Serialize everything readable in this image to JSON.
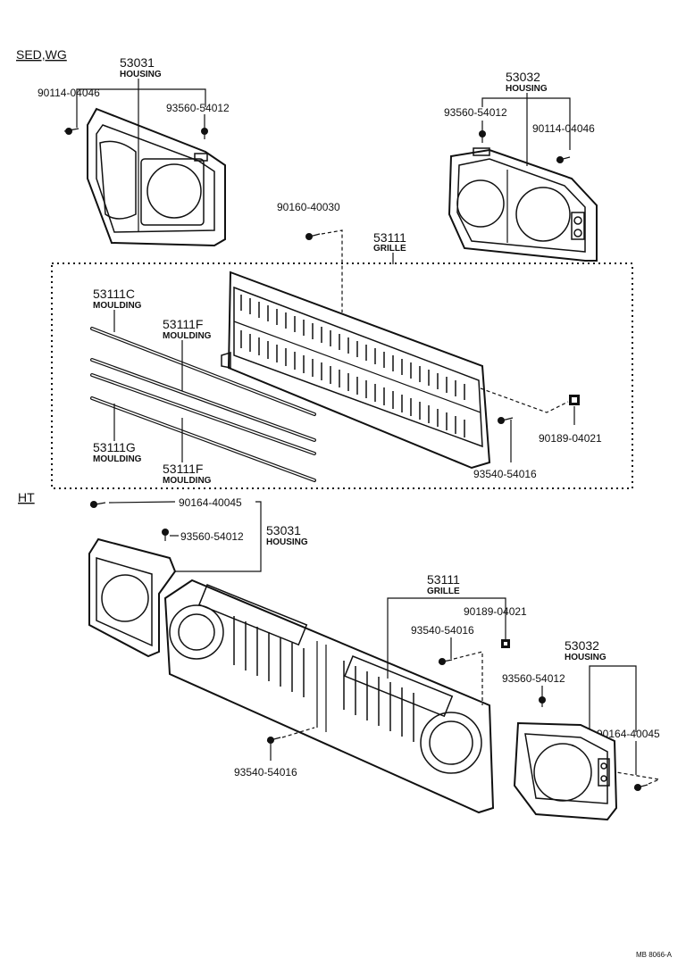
{
  "sections": {
    "top": "SED,WG",
    "bottom": "HT"
  },
  "sedwg": {
    "housing_left": {
      "number": "53031",
      "name": "HOUSING"
    },
    "housing_right": {
      "number": "53032",
      "name": "HOUSING"
    },
    "screw_left_a": "90114-04046",
    "screw_left_b": "93560-54012",
    "screw_right_a": "93560-54012",
    "screw_right_b": "90114-04046",
    "grille_screw": "90160-40030",
    "grille": {
      "number": "53111",
      "name": "GRILLE"
    },
    "moulding_c": {
      "number": "53111C",
      "name": "MOULDING"
    },
    "moulding_f1": {
      "number": "53111F",
      "name": "MOULDING"
    },
    "moulding_g": {
      "number": "53111G",
      "name": "MOULDING"
    },
    "moulding_f2": {
      "number": "53111F",
      "name": "MOULDING"
    },
    "clip": "90189-04021",
    "screw_bottom": "93540-54016"
  },
  "ht": {
    "screw_a": "90164-40045",
    "screw_b": "93560-54012",
    "housing_left": {
      "number": "53031",
      "name": "HOUSING"
    },
    "grille": {
      "number": "53111",
      "name": "GRILLE"
    },
    "clip": "90189-04021",
    "screw_c": "93540-54016",
    "housing_right": {
      "number": "53032",
      "name": "HOUSING"
    },
    "screw_d": "93560-54012",
    "screw_e": "90164-40045",
    "screw_bottom": "93540-54016"
  },
  "ref_code": "MB 8066-A"
}
